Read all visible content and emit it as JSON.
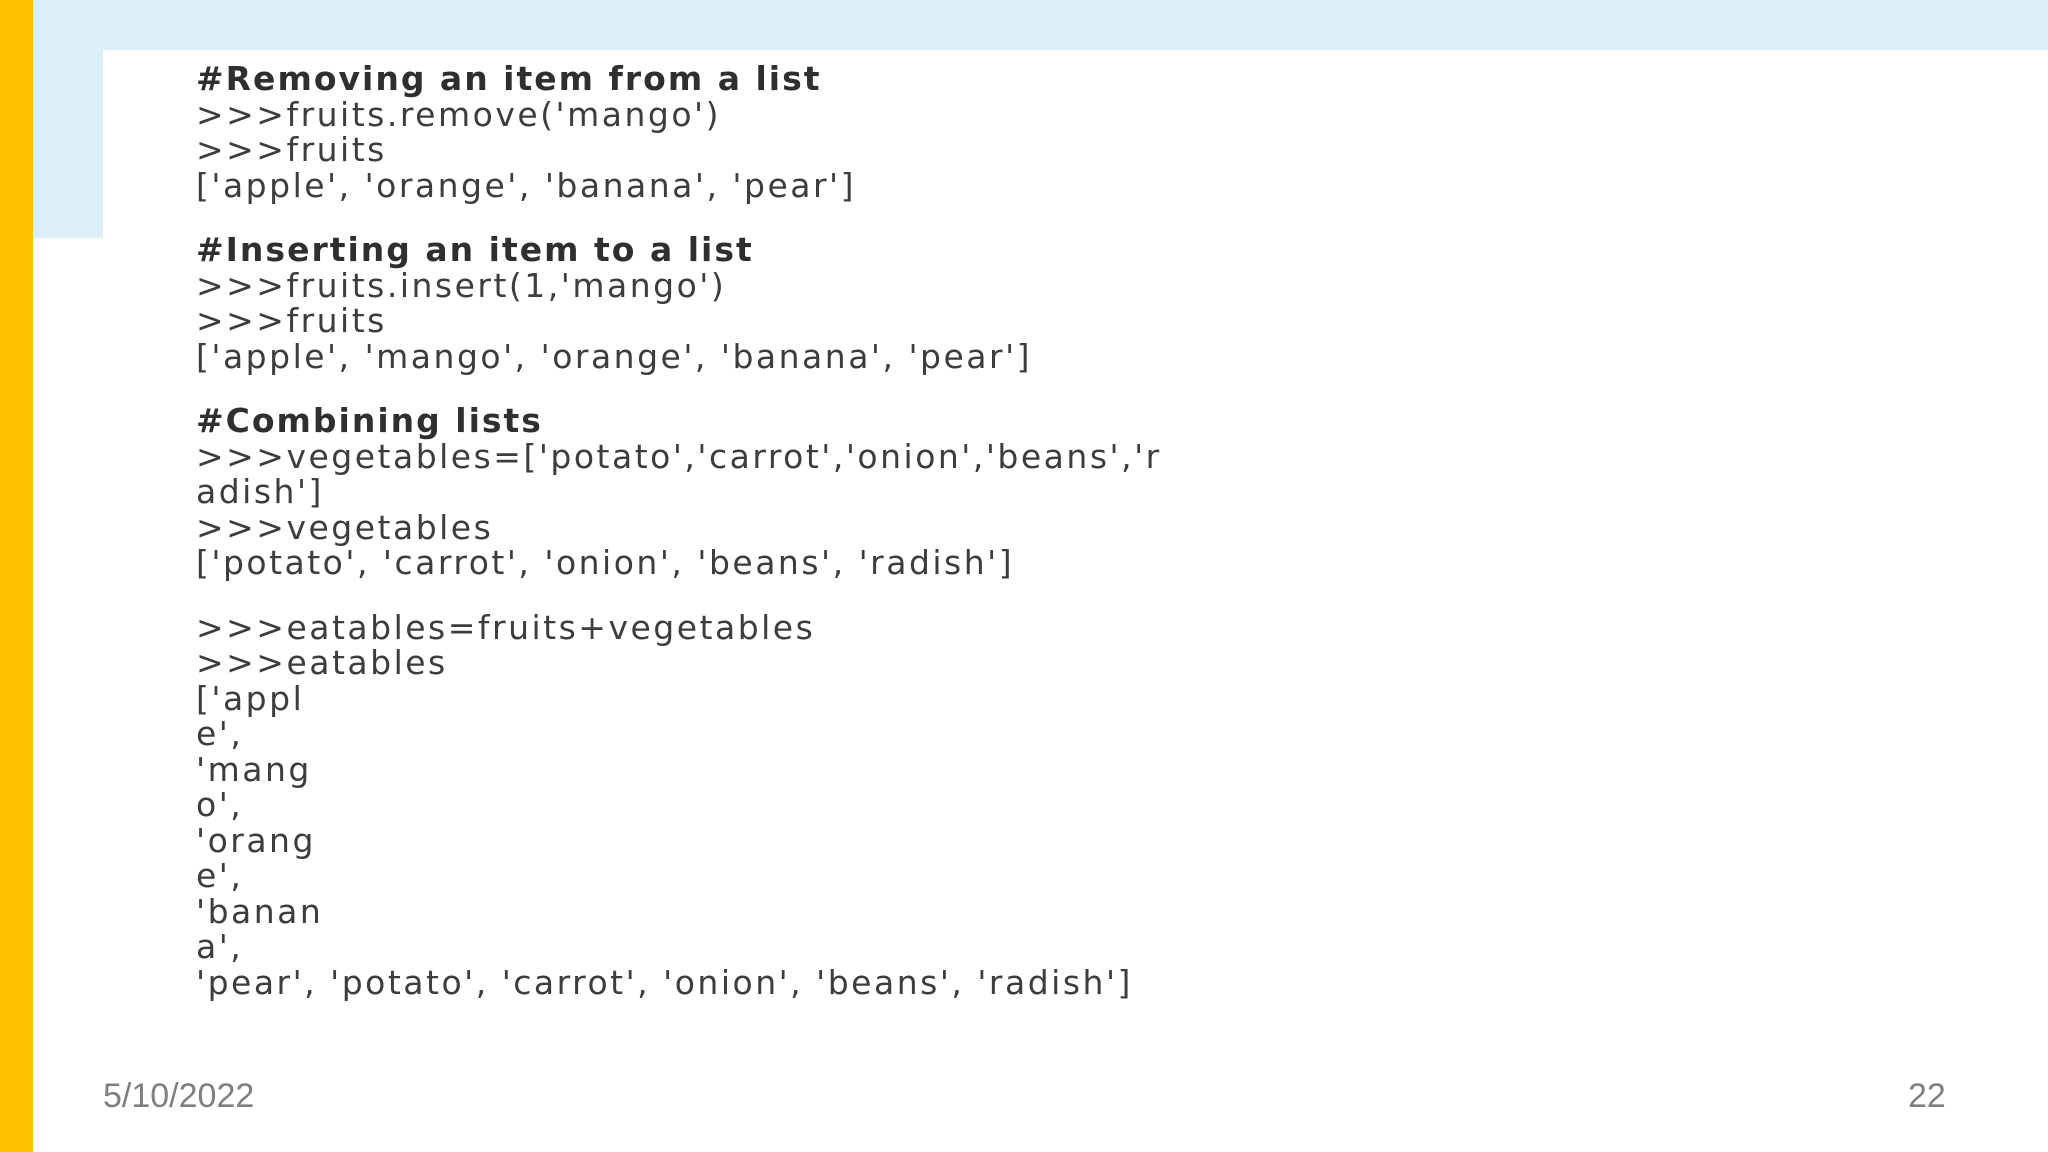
{
  "sections": [
    {
      "heading": "#Removing an item from a list",
      "lines": [
        ">>>fruits.remove('mango')",
        ">>>fruits",
        "['apple', 'orange', 'banana', 'pear']"
      ]
    },
    {
      "heading": "#Inserting an item to a list",
      "lines": [
        ">>>fruits.insert(1,'mango')",
        ">>>fruits",
        "['apple', 'mango', 'orange', 'banana', 'pear']"
      ]
    },
    {
      "heading": "#Combining lists",
      "lines": [
        ">>>vegetables=['potato','carrot','onion','beans','r",
        "adish']",
        ">>>vegetables",
        "['potato', 'carrot', 'onion', 'beans', 'radish']"
      ]
    },
    {
      "lines": [
        ">>>eatables=fruits+vegetables",
        ">>>eatables",
        "['appl",
        "e',",
        "'mang",
        "o',",
        "'orang",
        "e',",
        "'banan",
        "a',",
        "'pear', 'potato', 'carrot', 'onion', 'beans', 'radish']"
      ]
    }
  ],
  "footer": {
    "date": "5/10/2022",
    "page_number": "22"
  },
  "colors": {
    "accent_bar": "#FFC000",
    "top_band": "#DCEFF9",
    "text": "#3d3d3d",
    "footer_text": "#7f7f7f"
  }
}
